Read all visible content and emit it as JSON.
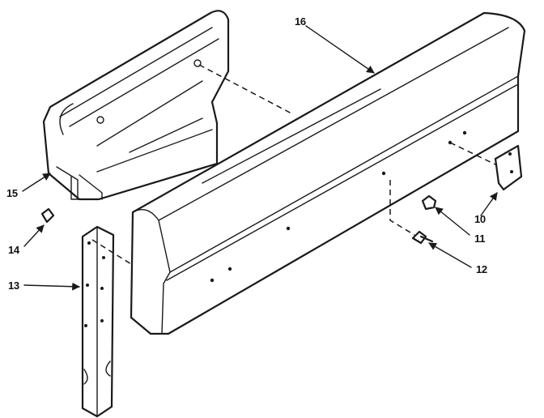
{
  "diagram": {
    "callouts": [
      {
        "id": "10",
        "label": "10"
      },
      {
        "id": "11",
        "label": "11"
      },
      {
        "id": "12",
        "label": "12"
      },
      {
        "id": "13",
        "label": "13"
      },
      {
        "id": "14",
        "label": "14"
      },
      {
        "id": "15",
        "label": "15"
      },
      {
        "id": "16",
        "label": "16"
      }
    ]
  }
}
